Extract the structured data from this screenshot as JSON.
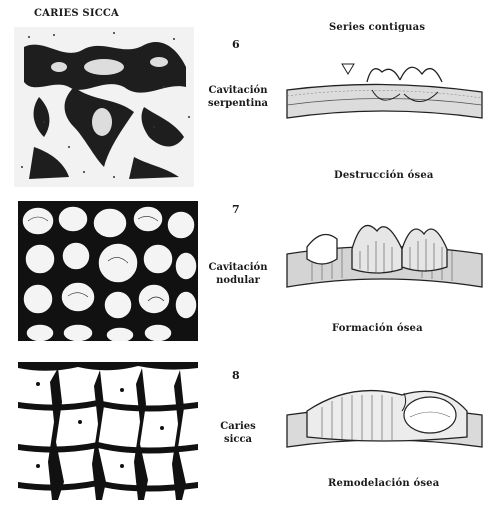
{
  "left_title": "CARIES SICCA",
  "right_header": "Series contiguas",
  "stages": [
    {
      "number": "6",
      "name_line1": "Cavitación",
      "name_line2": "serpentina",
      "caption": "Destrucción ósea"
    },
    {
      "number": "7",
      "name_line1": "Cavitación",
      "name_line2": "nodular",
      "caption": "Formación ósea"
    },
    {
      "number": "8",
      "name_line1": "Caries",
      "name_line2": "sicca",
      "caption": "Remodelación ósea"
    }
  ]
}
